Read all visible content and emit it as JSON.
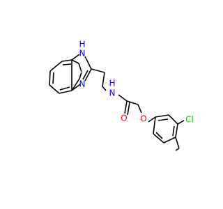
{
  "molecule": {
    "atoms": {
      "benz_nh_h": "H",
      "benz_nh_n": "N",
      "benz_n": "N",
      "amide_nh": "N",
      "amide_h": "H",
      "carbonyl_o": "O",
      "ether_o": "O",
      "chlorine": "Cl"
    },
    "colors": {
      "bond": "#000000",
      "nitrogen": "#0000ff",
      "oxygen": "#ff0000",
      "chlorine": "#00cc00"
    }
  }
}
